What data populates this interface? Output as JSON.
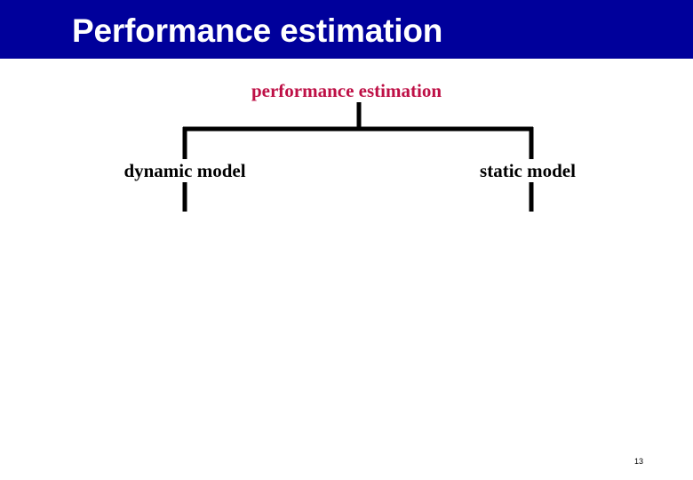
{
  "slide": {
    "title": "Performance estimation",
    "page_number": "13",
    "title_bar_color": "#00009B",
    "background_color": "#FFFFFF"
  },
  "diagram": {
    "type": "tree",
    "root": {
      "id": "performance-estimation",
      "label": "performance estimation",
      "color": "#BE1046"
    },
    "children": [
      {
        "id": "dynamic-model",
        "label": "dynamic model",
        "color": "#000000"
      },
      {
        "id": "static-model",
        "label": "static model",
        "color": "#000000"
      }
    ],
    "connector_color": "#000000"
  }
}
